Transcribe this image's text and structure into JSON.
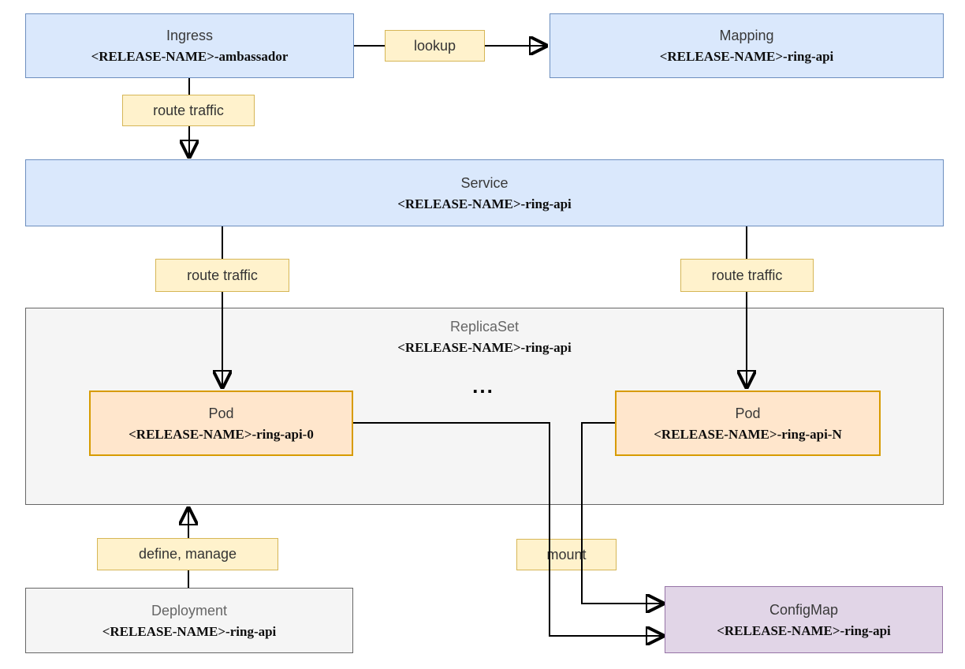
{
  "diagram": {
    "title": "Helm release Kubernetes resources diagram",
    "nodes": {
      "ingress": {
        "title": "Ingress",
        "subtitle": "<RELEASE-NAME>-ambassador",
        "fill": "#dae8fc",
        "stroke": "#6c8ebf"
      },
      "mapping": {
        "title": "Mapping",
        "subtitle": "<RELEASE-NAME>-ring-api",
        "fill": "#dae8fc",
        "stroke": "#6c8ebf"
      },
      "service": {
        "title": "Service",
        "subtitle": "<RELEASE-NAME>-ring-api",
        "fill": "#dae8fc",
        "stroke": "#6c8ebf"
      },
      "replicaset": {
        "title": "ReplicaSet",
        "subtitle": "<RELEASE-NAME>-ring-api",
        "fill": "#f5f5f5",
        "stroke": "#666666"
      },
      "pod0": {
        "title": "Pod",
        "subtitle": "<RELEASE-NAME>-ring-api-0",
        "fill": "#ffe6cc",
        "stroke": "#d79b00"
      },
      "podn": {
        "title": "Pod",
        "subtitle": "<RELEASE-NAME>-ring-api-N",
        "fill": "#ffe6cc",
        "stroke": "#d79b00"
      },
      "deployment": {
        "title": "Deployment",
        "subtitle": "<RELEASE-NAME>-ring-api",
        "fill": "#f5f5f5",
        "stroke": "#666666"
      },
      "configmap": {
        "title": "ConfigMap",
        "subtitle": "<RELEASE-NAME>-ring-api",
        "fill": "#e1d5e7",
        "stroke": "#9673a6"
      }
    },
    "edge_labels": {
      "lookup": "lookup",
      "route_traffic_1": "route traffic",
      "route_traffic_2": "route traffic",
      "route_traffic_3": "route traffic",
      "define_manage": "define, manage",
      "mount": "mount"
    },
    "ellipsis": "...",
    "colors": {
      "label_fill": "#fff2cc",
      "label_stroke": "#d6b656",
      "edge": "#000000",
      "background": "#ffffff"
    }
  }
}
